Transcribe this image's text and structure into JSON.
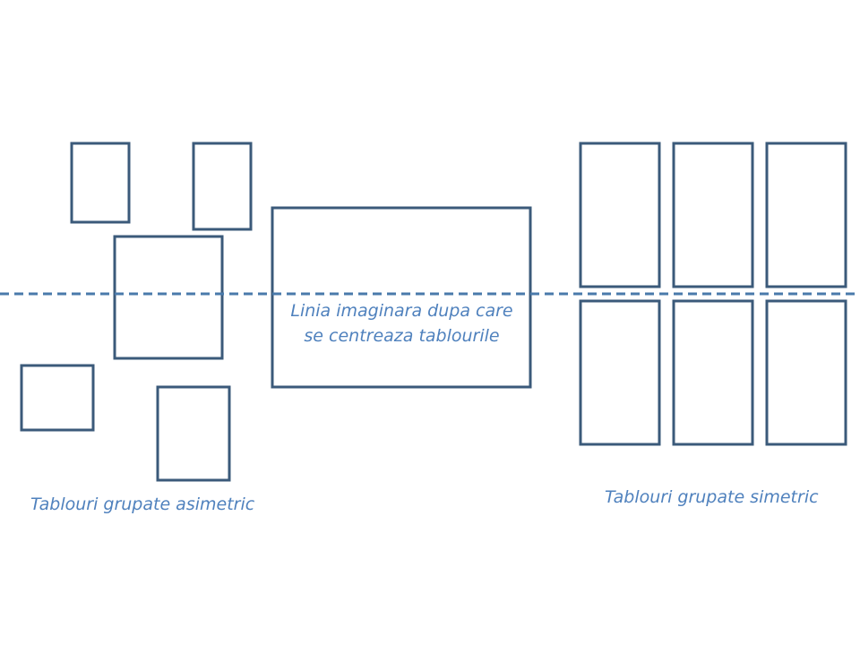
{
  "colors": {
    "frame_stroke": "#3b5a7a",
    "dashed_line": "#4a7aab",
    "label_text": "#4f81bd"
  },
  "labels": {
    "center_line1": "Linia imaginara dupa care",
    "center_line2": "se centreaza tablourile",
    "asymmetric": "Tablouri grupate asimetric",
    "symmetric": "Tablouri grupate simetric"
  }
}
